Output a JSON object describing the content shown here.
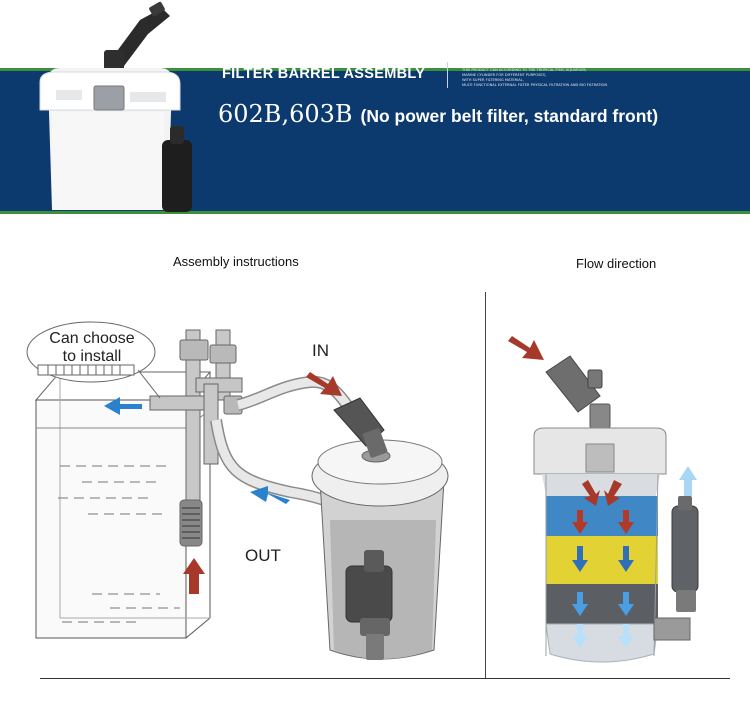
{
  "banner": {
    "title": "FILTER BARREL ASSEMBLY",
    "fine_print": [
      "THIS PRODUCT CAN ACCORDING TO THE TROPICAL FISH, AQUARIUM,",
      "MARINE CYLINDER FOR DIFFERENT PURPOSES,",
      "WITH SUPER FILTERING MATERIAL,",
      "MULTI FUNCTIONAL EXTERNAL FILTER  PHYSICAL FILTRATION AND BIO FILTRATION"
    ],
    "model": "602B,603B",
    "model_note": "(No power belt filter, standard front)",
    "colors": {
      "banner_bg": "#0d3a6e",
      "stripe": "#3c8f3c"
    }
  },
  "assembly": {
    "heading": "Assembly instructions",
    "callout_line1": "Can choose",
    "callout_line2": "to install",
    "label_in": "IN",
    "label_out": "OUT"
  },
  "flow": {
    "heading": "Flow direction"
  }
}
